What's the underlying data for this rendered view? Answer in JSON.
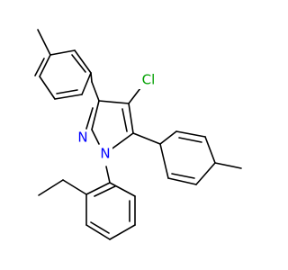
{
  "atoms": {
    "chlorine": {
      "label": "Cl",
      "color": "#00a000"
    },
    "nitrogen_2": {
      "label": "N",
      "color": "#0000ff"
    },
    "nitrogen_1": {
      "label": "N",
      "color": "#0000ff"
    }
  },
  "colors": {
    "bond": "#000000",
    "background": "#ffffff"
  }
}
